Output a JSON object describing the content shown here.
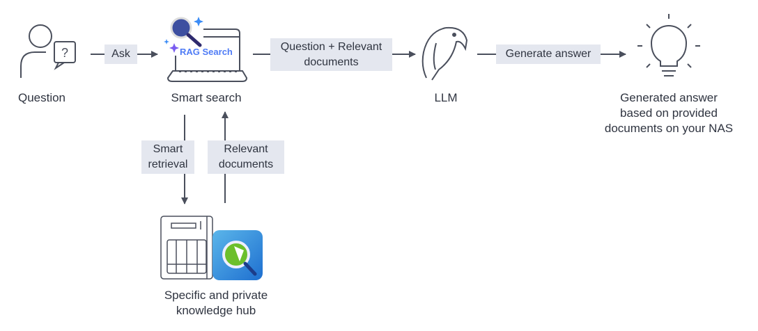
{
  "nodes": {
    "question": "Question",
    "smart_search": "Smart search",
    "rag_badge": "RAG Search",
    "llm": "LLM",
    "answer": [
      "Generated answer",
      "based on provided",
      "documents on your NAS"
    ],
    "hub": [
      "Specific and private",
      "knowledge hub"
    ]
  },
  "edges": {
    "ask": "Ask",
    "question_docs": [
      "Question + Relevant",
      "documents"
    ],
    "generate": "Generate answer",
    "smart_retrieval": [
      "Smart",
      "retrieval"
    ],
    "relevant_docs": [
      "Relevant",
      "documents"
    ]
  },
  "colors": {
    "line": "#4a4f5c",
    "label_bg": "#e4e7ef",
    "rag_text": "#4f7cf6",
    "app_blue": "#2f8fdc"
  }
}
